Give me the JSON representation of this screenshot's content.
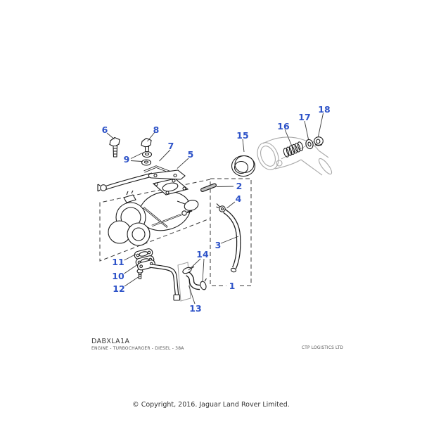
{
  "diagram": {
    "figure_code": "DABXLA1A",
    "figure_description": "ENGINE - TURBOCHARGER - DIESEL - 38A",
    "publisher": "CTP LOGISTICS LTD",
    "copyright": "© Copyright, 2016. Jaguar Land Rover Limited.",
    "accent_color": "#2e53c8",
    "line_color": "#1c1c1c",
    "reference_part_color": "#a9a9a9",
    "callouts": {
      "c1": "1",
      "c2": "2",
      "c3": "3",
      "c4": "4",
      "c5": "5",
      "c6": "6",
      "c7": "7",
      "c8": "8",
      "c9": "9",
      "c10": "10",
      "c11": "11",
      "c12": "12",
      "c13": "13",
      "c14": "14",
      "c15": "15",
      "c16": "16",
      "c17": "17",
      "c18": "18"
    }
  }
}
